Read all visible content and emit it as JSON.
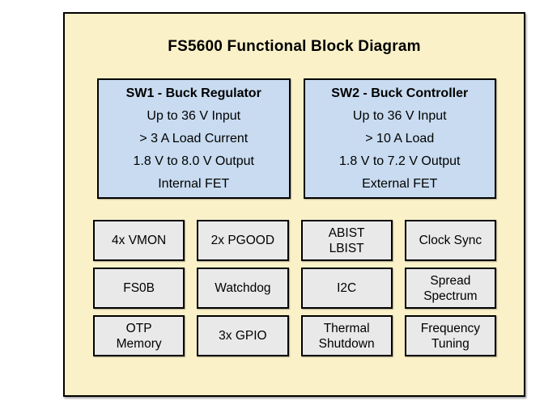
{
  "diagram": {
    "title": "FS5600 Functional Block Diagram",
    "colors": {
      "canvas_bg": "#FAF1C9",
      "feature_box_bg": "#C8DBF0",
      "block_bg": "#E9E9E9",
      "border": "#000000"
    },
    "feature_boxes": [
      {
        "title": "SW1 - Buck Regulator",
        "lines": [
          "Up to 36 V Input",
          "> 3 A Load Current",
          "1.8 V to 8.0 V Output",
          "Internal FET"
        ]
      },
      {
        "title": "SW2 - Buck Controller",
        "lines": [
          "Up to 36 V Input",
          "> 10 A Load",
          "1.8 V to 7.2 V Output",
          "External FET"
        ]
      }
    ],
    "blocks": [
      [
        "4x VMON",
        "2x PGOOD",
        "ABIST\nLBIST",
        "Clock Sync"
      ],
      [
        "FS0B",
        "Watchdog",
        "I2C",
        "Spread\nSpectrum"
      ],
      [
        "OTP\nMemory",
        "3x GPIO",
        "Thermal\nShutdown",
        "Frequency\nTuning"
      ]
    ]
  }
}
